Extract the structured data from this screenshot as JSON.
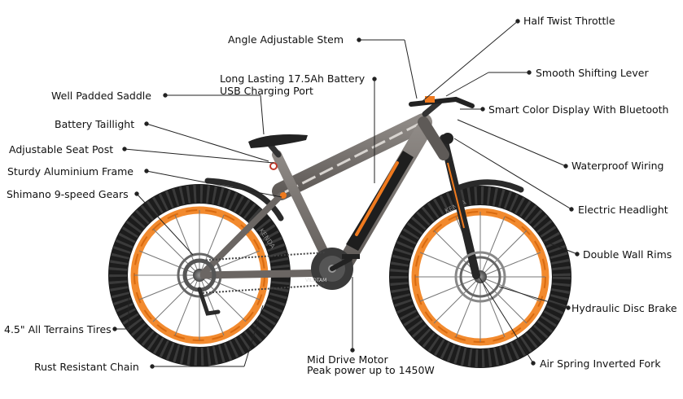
{
  "labels": {
    "half_twist_throttle": "Half Twist Throttle",
    "angle_adjustable_stem": "Angle Adjustable Stem",
    "smooth_shifting_lever": "Smooth Shifting Lever",
    "battery_line1": "Long Lasting 17.5Ah Battery",
    "battery_line2": "USB Charging Port",
    "smart_display": "Smart Color Display With Bluetooth",
    "well_padded_saddle": "Well Padded Saddle",
    "battery_taillight": "Battery Taillight",
    "adjustable_seat_post": "Adjustable Seat Post",
    "waterproof_wiring": "Waterproof Wiring",
    "aluminium_frame": "Sturdy Aluminium Frame",
    "shimano_gears": "Shimano 9-speed Gears",
    "electric_headlight": "Electric Headlight",
    "double_wall_rims": "Double Wall Rims",
    "hydraulic_disc_brake": "Hydraulic Disc Brake",
    "all_terrain_tires": "4.5\" All Terrains Tires",
    "rust_resistant_chain": "Rust Resistant Chain",
    "motor_line1": "Mid Drive Motor",
    "motor_line2": "Peak power up to 1450W",
    "air_spring_fork": "Air Spring Inverted Fork"
  },
  "bike": {
    "frame_text": "VILDTAM",
    "tire_brand": "KENDA",
    "colors": {
      "frame": "#7a7572",
      "accent": "#f07a1e",
      "tire": "#1c1c1c",
      "rim": "#f28a2e",
      "leader_line": "#222222"
    }
  }
}
